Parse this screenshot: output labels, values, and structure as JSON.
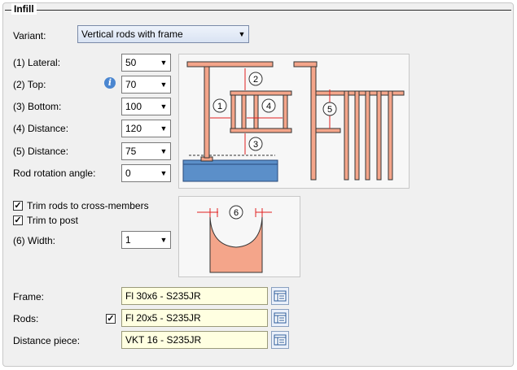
{
  "group": {
    "title": "Infill"
  },
  "variant": {
    "label": "Variant:",
    "value": "Vertical rods with frame"
  },
  "params": [
    {
      "label": "(1) Lateral:",
      "value": "50"
    },
    {
      "label": "(2) Top:",
      "value": "70"
    },
    {
      "label": "(3) Bottom:",
      "value": "100"
    },
    {
      "label": "(4) Distance:",
      "value": "120"
    },
    {
      "label": "(5) Distance:",
      "value": "75"
    },
    {
      "label": "Rod rotation angle:",
      "value": "0"
    }
  ],
  "checks": {
    "trim_rods": {
      "label": "Trim rods to cross-members",
      "checked": true
    },
    "trim_post": {
      "label": "Trim to post",
      "checked": true
    }
  },
  "width": {
    "label": "(6) Width:",
    "value": "1"
  },
  "diagram_labels": {
    "n1": "1",
    "n2": "2",
    "n3": "3",
    "n4": "4",
    "n5": "5",
    "n6": "6"
  },
  "frame": {
    "label": "Frame:",
    "value": "Fl 30x6 - S235JR"
  },
  "rods": {
    "label": "Rods:",
    "value": "Fl 20x5 - S235JR",
    "checked": true
  },
  "distance_piece": {
    "label": "Distance piece:",
    "value": "VKT 16 - S235JR"
  },
  "icons": {
    "dropdown": "chevron-down-icon",
    "info": "info-icon",
    "catalog": "catalog-icon"
  },
  "colors": {
    "steel": "#f4a58a",
    "base": "#5b8fc9"
  }
}
